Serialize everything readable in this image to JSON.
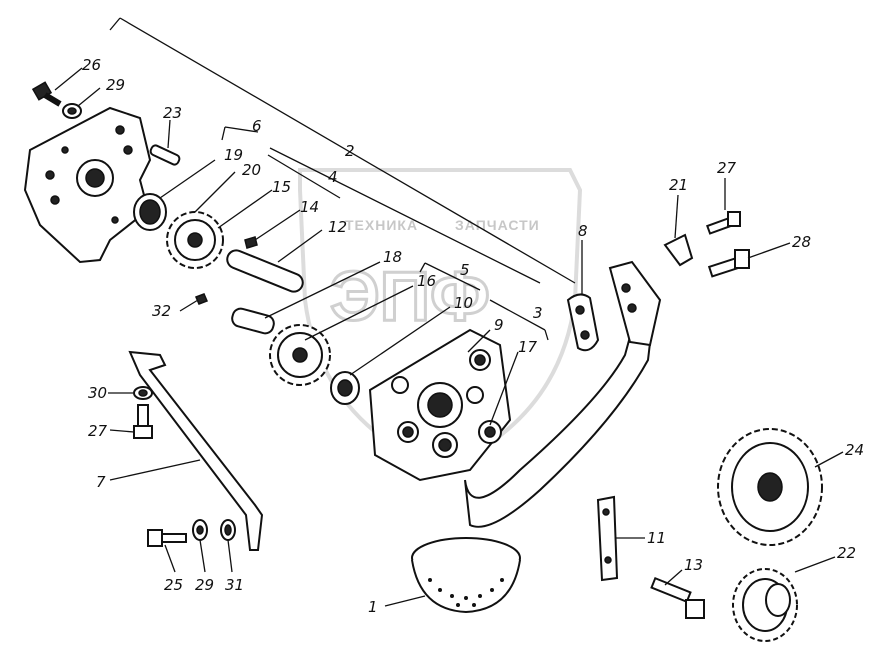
{
  "watermark": {
    "brand_top": "ТЕХНИКА",
    "brand_top2": "ЗАПЧАСТИ",
    "brand_big": "ЭПФ"
  },
  "callouts": [
    {
      "id": "26",
      "label": "26"
    },
    {
      "id": "29a",
      "label": "29"
    },
    {
      "id": "23",
      "label": "23"
    },
    {
      "id": "6",
      "label": "6"
    },
    {
      "id": "19",
      "label": "19"
    },
    {
      "id": "20",
      "label": "20"
    },
    {
      "id": "2",
      "label": "2"
    },
    {
      "id": "4",
      "label": "4"
    },
    {
      "id": "15",
      "label": "15"
    },
    {
      "id": "14",
      "label": "14"
    },
    {
      "id": "12",
      "label": "12"
    },
    {
      "id": "18",
      "label": "18"
    },
    {
      "id": "5",
      "label": "5"
    },
    {
      "id": "16",
      "label": "16"
    },
    {
      "id": "10",
      "label": "10"
    },
    {
      "id": "9",
      "label": "9"
    },
    {
      "id": "3",
      "label": "3"
    },
    {
      "id": "17",
      "label": "17"
    },
    {
      "id": "8",
      "label": "8"
    },
    {
      "id": "32",
      "label": "32"
    },
    {
      "id": "30",
      "label": "30"
    },
    {
      "id": "27a",
      "label": "27"
    },
    {
      "id": "7",
      "label": "7"
    },
    {
      "id": "25",
      "label": "25"
    },
    {
      "id": "29b",
      "label": "29"
    },
    {
      "id": "31",
      "label": "31"
    },
    {
      "id": "1",
      "label": "1"
    },
    {
      "id": "21",
      "label": "21"
    },
    {
      "id": "27b",
      "label": "27"
    },
    {
      "id": "28",
      "label": "28"
    },
    {
      "id": "24",
      "label": "24"
    },
    {
      "id": "11",
      "label": "11"
    },
    {
      "id": "13",
      "label": "13"
    },
    {
      "id": "22",
      "label": "22"
    }
  ]
}
